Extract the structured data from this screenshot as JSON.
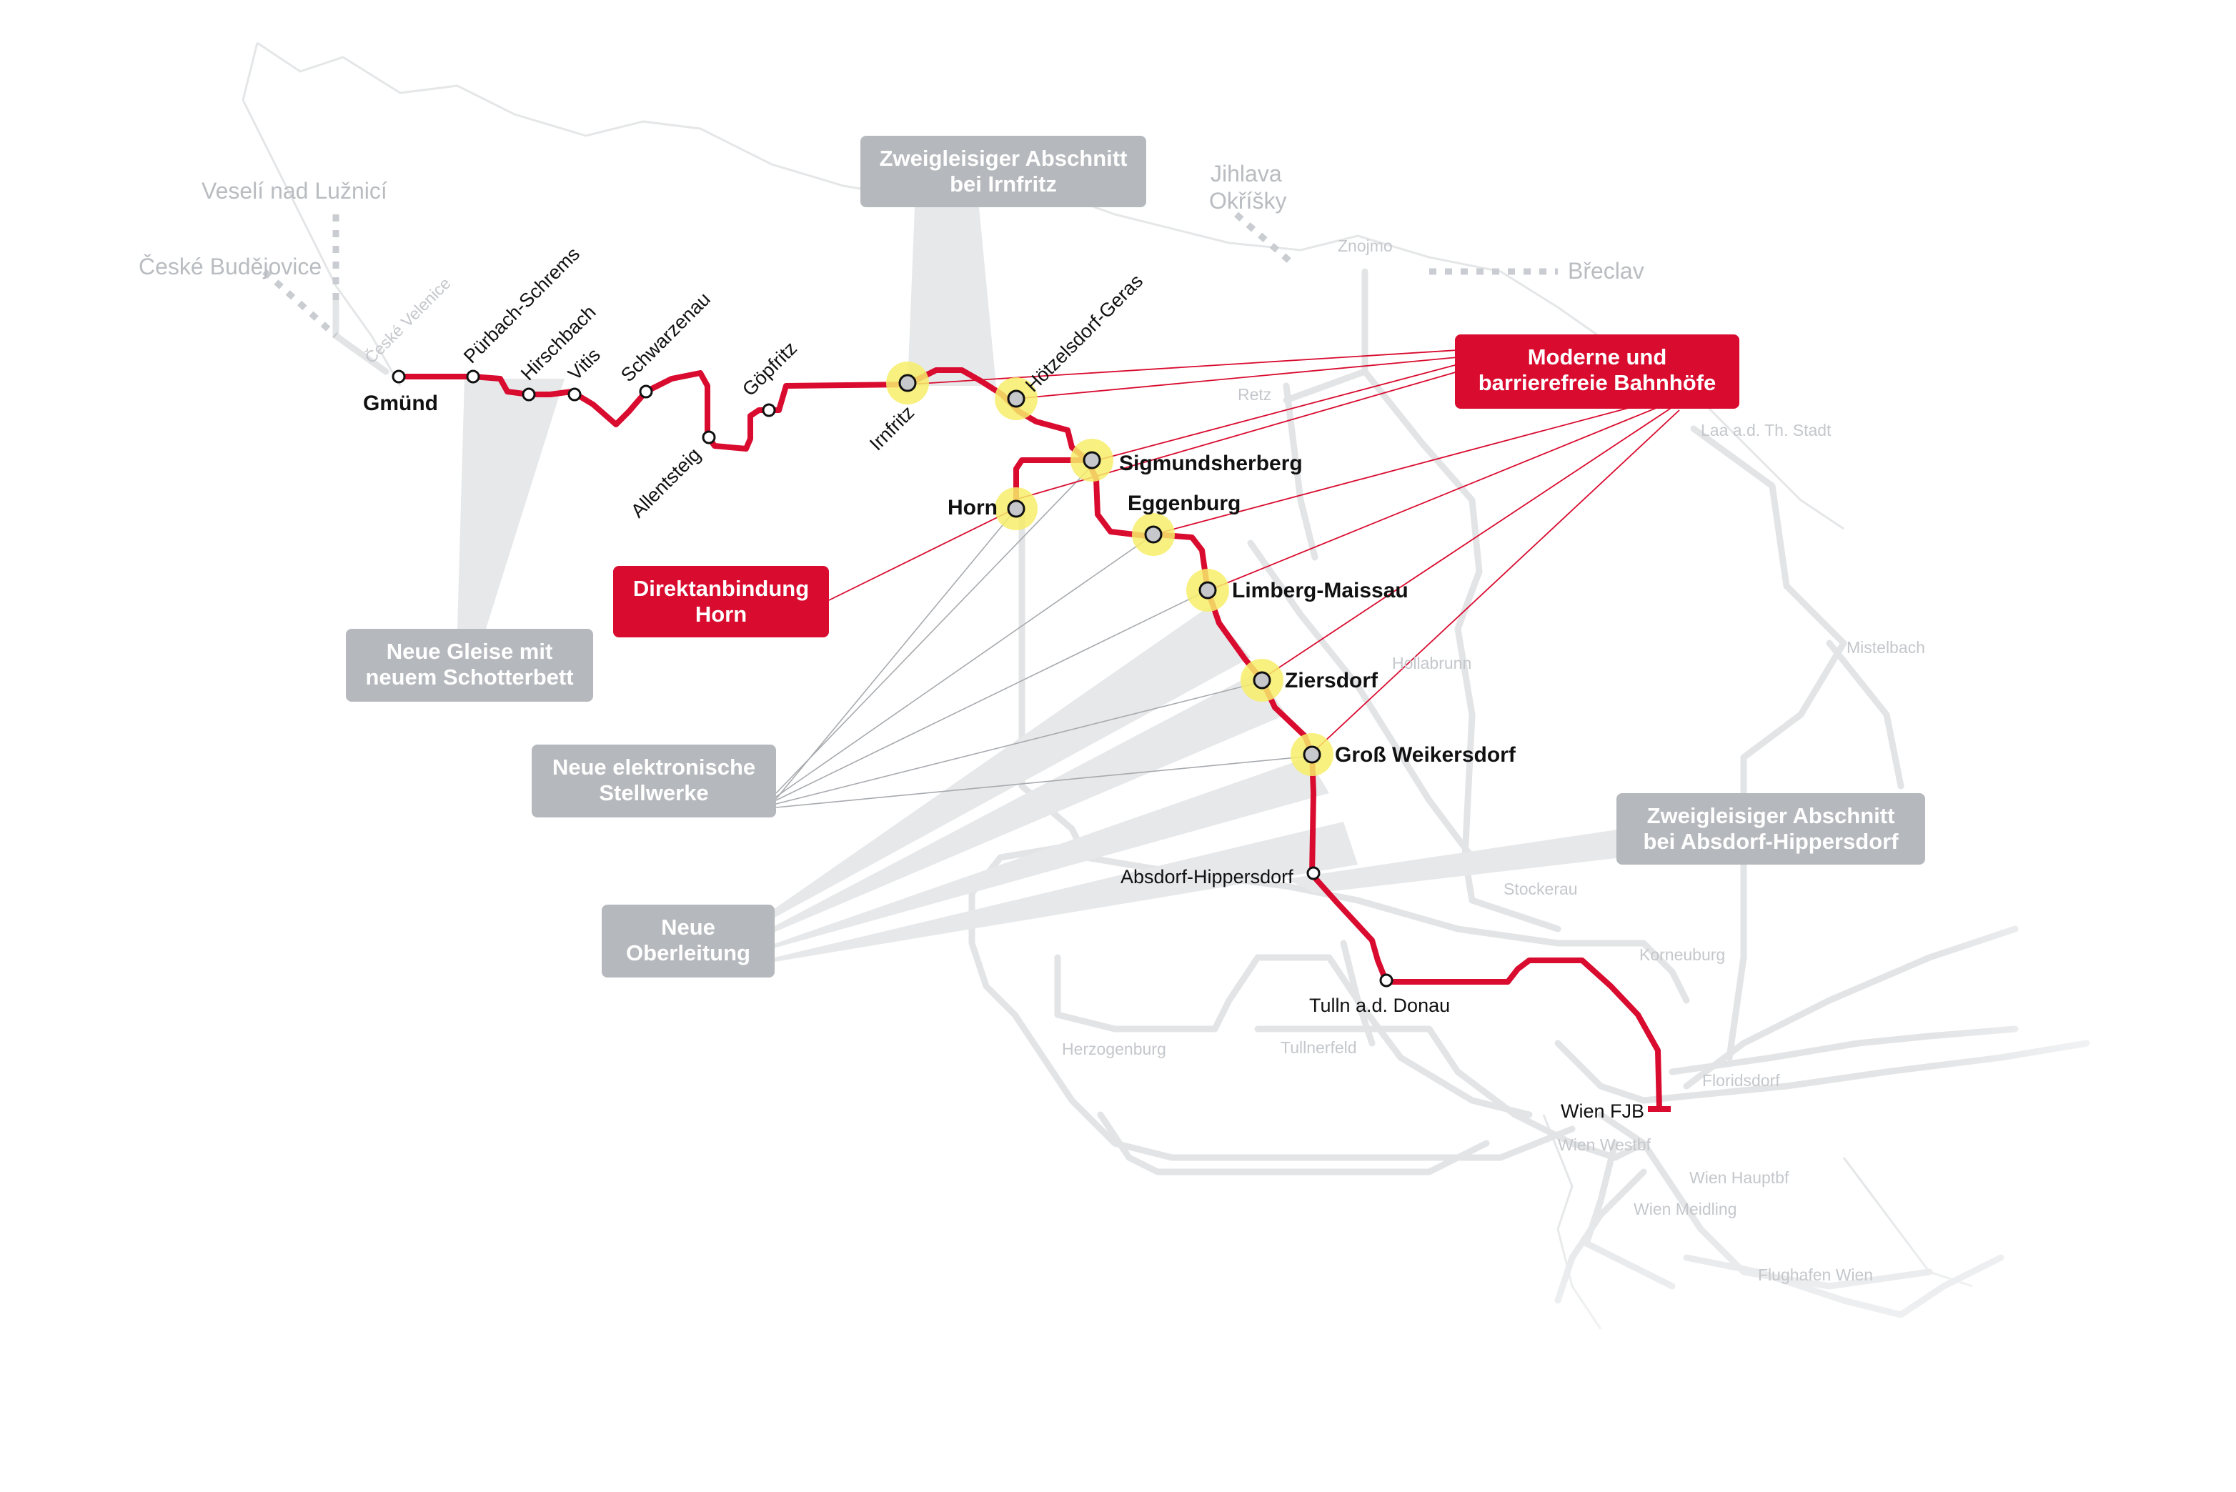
{
  "colors": {
    "route": "#d90b2f",
    "background_rail": "#e2e4e6",
    "dotted_rail": "#c9ccd0",
    "gray_box": "#b5b8bc",
    "red_box": "#d90b2f",
    "station_highlight": "#f7ee6a",
    "wedge": "#e6e8ea",
    "leader_gray": "#9a9da1",
    "leader_red": "#d90b2f"
  },
  "callouts": {
    "zweigleisig_irnfritz": [
      "Zweigleisiger Abschnitt",
      "bei Irnfritz"
    ],
    "moderne_bahnhoefe": [
      "Moderne und",
      "barrierefreie Bahnhöfe"
    ],
    "direktanbindung_horn": [
      "Direktanbindung",
      "Horn"
    ],
    "neue_gleise": [
      "Neue Gleise mit",
      "neuem Schotterbett"
    ],
    "neue_stellwerke": [
      "Neue elektronische",
      "Stellwerke"
    ],
    "neue_oberleitung": [
      "Neue",
      "Oberleitung"
    ],
    "zweigleisig_absdorf": [
      "Zweigleisiger Abschnitt",
      "bei Absdorf-Hippersdorf"
    ]
  },
  "stations": {
    "gmuend": "Gmünd",
    "puerbach": "Pürbach-Schrems",
    "hirschbach": "Hirschbach",
    "vitis": "Vitis",
    "schwarzenau": "Schwarzenau",
    "allentsteig": "Allentsteig",
    "goepfritz": "Göpfritz",
    "irnfritz": "Irnfritz",
    "hoetzelsdorf": "Hötzelsdorf-Geras",
    "sigmundsherberg": "Sigmundsherberg",
    "horn": "Horn",
    "eggenburg": "Eggenburg",
    "limberg": "Limberg-Maissau",
    "ziersdorf": "Ziersdorf",
    "gross_weikersdorf": "Groß Weikersdorf",
    "absdorf": "Absdorf-Hippersdorf",
    "tulln": "Tulln a.d. Donau",
    "wien_fjb": "Wien FJB"
  },
  "background_places": {
    "veseli": "Veselí nad Lužnicí",
    "ceske_budejovice": "České Budějovice",
    "ceske_velenice": "České Velenice",
    "jihlava": "Jihlava",
    "okrisky": "Okříšky",
    "znojmo": "Znojmo",
    "breclav": "Břeclav",
    "retz": "Retz",
    "laa": "Laa a.d. Th. Stadt",
    "hollabrunn": "Hollabrunn",
    "mistelbach": "Mistelbach",
    "stockerau": "Stockerau",
    "korneuburg": "Korneuburg",
    "herzogenburg": "Herzogenburg",
    "tullnerfeld": "Tullnerfeld",
    "floridsdorf": "Floridsdorf",
    "wien_westbf": "Wien Westbf",
    "wien_hauptbf": "Wien Hauptbf",
    "wien_meidling": "Wien Meidling",
    "flughafen_wien": "Flughafen Wien"
  }
}
